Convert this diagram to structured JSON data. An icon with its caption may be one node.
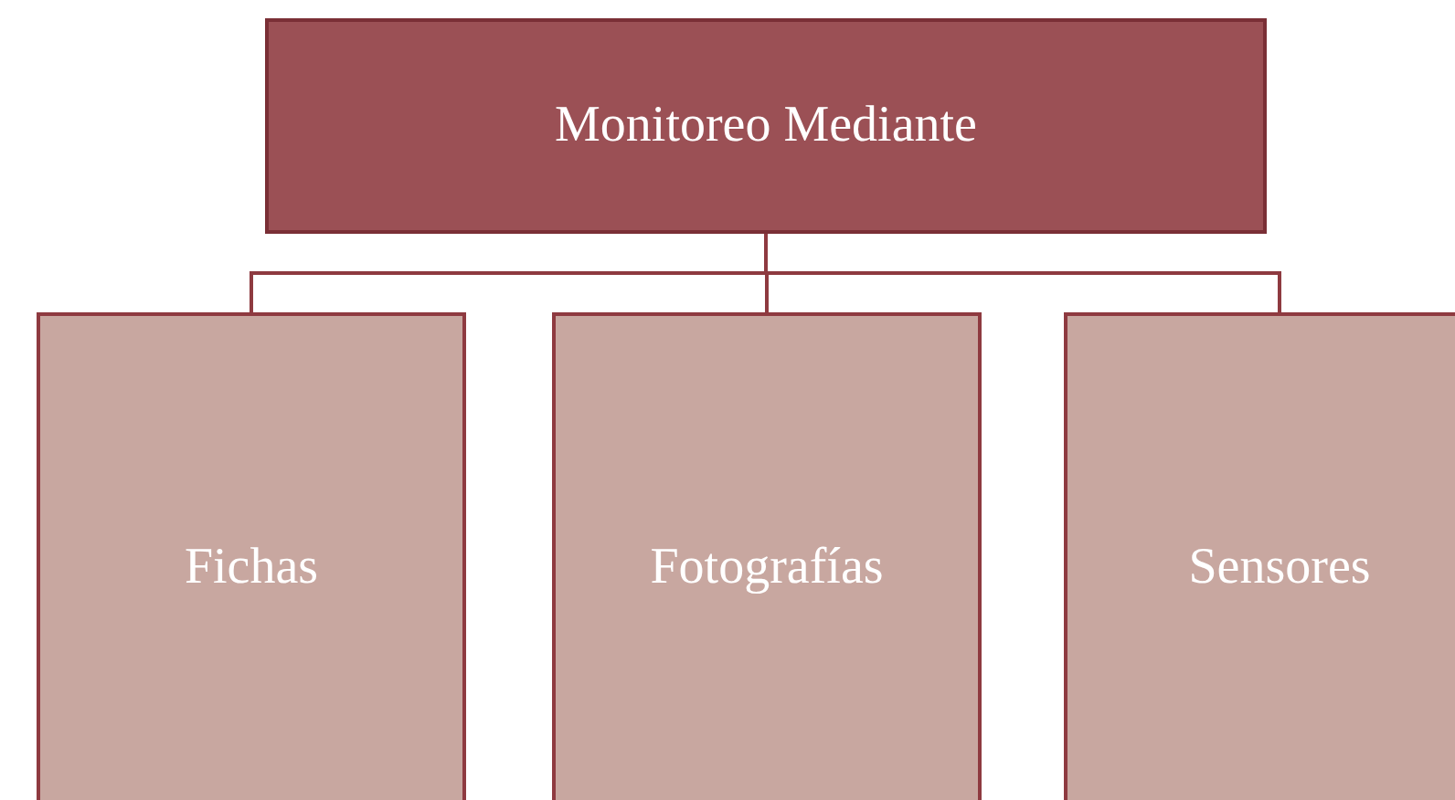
{
  "diagram": {
    "nodes": [
      {
        "text": [
          "Monitoreo Mediante"
        ]
      },
      {
        "text": [
          "Fichas"
        ]
      },
      {
        "text": [
          "Fotografías"
        ]
      },
      {
        "text": [
          "Sensores"
        ]
      }
    ],
    "edges": [
      {
        "from": 0,
        "to": 1,
        "arrow": "none"
      },
      {
        "from": 0,
        "to": 2,
        "arrow": "none"
      },
      {
        "from": 0,
        "to": 3,
        "arrow": "none"
      }
    ]
  }
}
